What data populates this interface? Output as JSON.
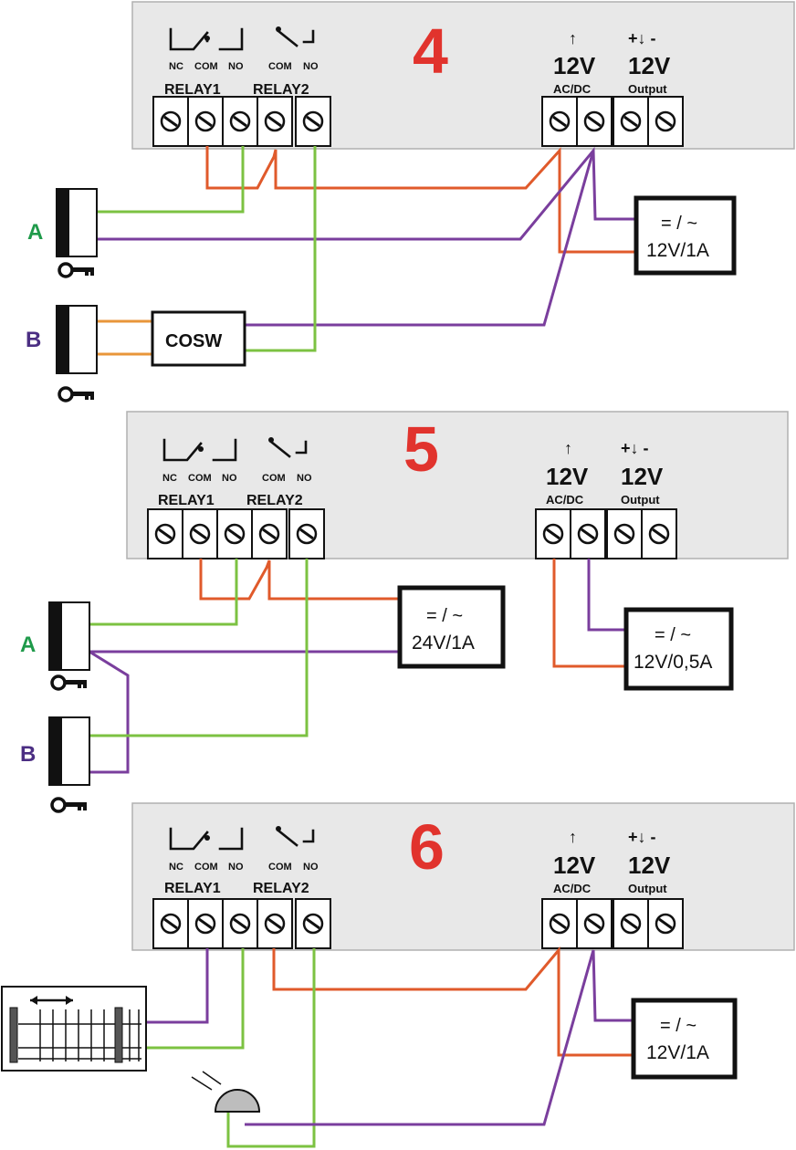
{
  "colors": {
    "panel": "#e8e8e8",
    "wire_red": "#e05a2b",
    "wire_green": "#7cc242",
    "wire_purple": "#7a3e9d",
    "wire_orange": "#e8963a",
    "label_a": "#1f9a4a",
    "label_b": "#4b2e83",
    "diagram_number": "#e1332d"
  },
  "panels": [
    {
      "number": "4",
      "relay": {
        "nc": "NC",
        "com": "COM",
        "no": "NO",
        "com2": "COM",
        "no2": "NO",
        "relay1": "RELAY1",
        "relay2": "RELAY2"
      },
      "power": {
        "arrow_in": "↑",
        "in_voltage": "12V",
        "in_type": "AC/DC",
        "out_sign": "+↓ -",
        "out_voltage": "12V",
        "out_label": "Output"
      },
      "supply": {
        "symbol": "= / ~",
        "rating": "12V/1A"
      },
      "reader_a": "A",
      "reader_b": "B",
      "module": "COSW"
    },
    {
      "number": "5",
      "relay": {
        "nc": "NC",
        "com": "COM",
        "no": "NO",
        "com2": "COM",
        "no2": "NO",
        "relay1": "RELAY1",
        "relay2": "RELAY2"
      },
      "power": {
        "arrow_in": "↑",
        "in_voltage": "12V",
        "in_type": "AC/DC",
        "out_sign": "+↓ -",
        "out_voltage": "12V",
        "out_label": "Output"
      },
      "supply_relay": {
        "symbol": "= / ~",
        "rating": "24V/1A"
      },
      "supply_power": {
        "symbol": "= / ~",
        "rating": "12V/0,5A"
      },
      "reader_a": "A",
      "reader_b": "B"
    },
    {
      "number": "6",
      "relay": {
        "nc": "NC",
        "com": "COM",
        "no": "NO",
        "com2": "COM",
        "no2": "NO",
        "relay1": "RELAY1",
        "relay2": "RELAY2"
      },
      "power": {
        "arrow_in": "↑",
        "in_voltage": "12V",
        "in_type": "AC/DC",
        "out_sign": "+↓ -",
        "out_voltage": "12V",
        "out_label": "Output"
      },
      "supply": {
        "symbol": "= / ~",
        "rating": "12V/1A"
      }
    }
  ]
}
